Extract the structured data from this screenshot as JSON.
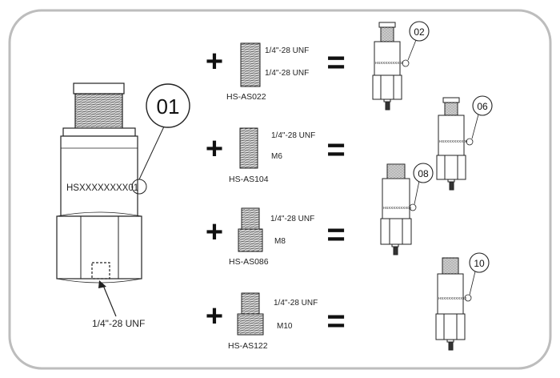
{
  "sensor": {
    "callout": "01",
    "part_label": "HSXXXXXXXX01",
    "thread_label": "1/4\"-28 UNF"
  },
  "rows": [
    {
      "plus": "+",
      "equals": "=",
      "adapter_model": "HS-AS022",
      "thread_top": "1/4\"-28 UNF",
      "thread_bottom": "1/4\"-28 UNF",
      "result_callout": "02",
      "result_label": "HSXXXXXXXX02"
    },
    {
      "plus": "+",
      "equals": "=",
      "adapter_model": "HS-AS104",
      "thread_top": "1/4\"-28 UNF",
      "thread_bottom": "M6",
      "result_callout": "06",
      "result_label": "HSXXXXXXXX06"
    },
    {
      "plus": "+",
      "equals": "=",
      "adapter_model": "HS-AS086",
      "thread_top": "1/4\"-28 UNF",
      "thread_bottom": "M8",
      "result_callout": "08",
      "result_label": "HSXXXXXXXX08"
    },
    {
      "plus": "+",
      "equals": "=",
      "adapter_model": "HS-AS122",
      "thread_top": "1/4\"-28 UNF",
      "thread_bottom": "M10",
      "result_callout": "10",
      "result_label": "HSXXXXXXXX10"
    }
  ]
}
